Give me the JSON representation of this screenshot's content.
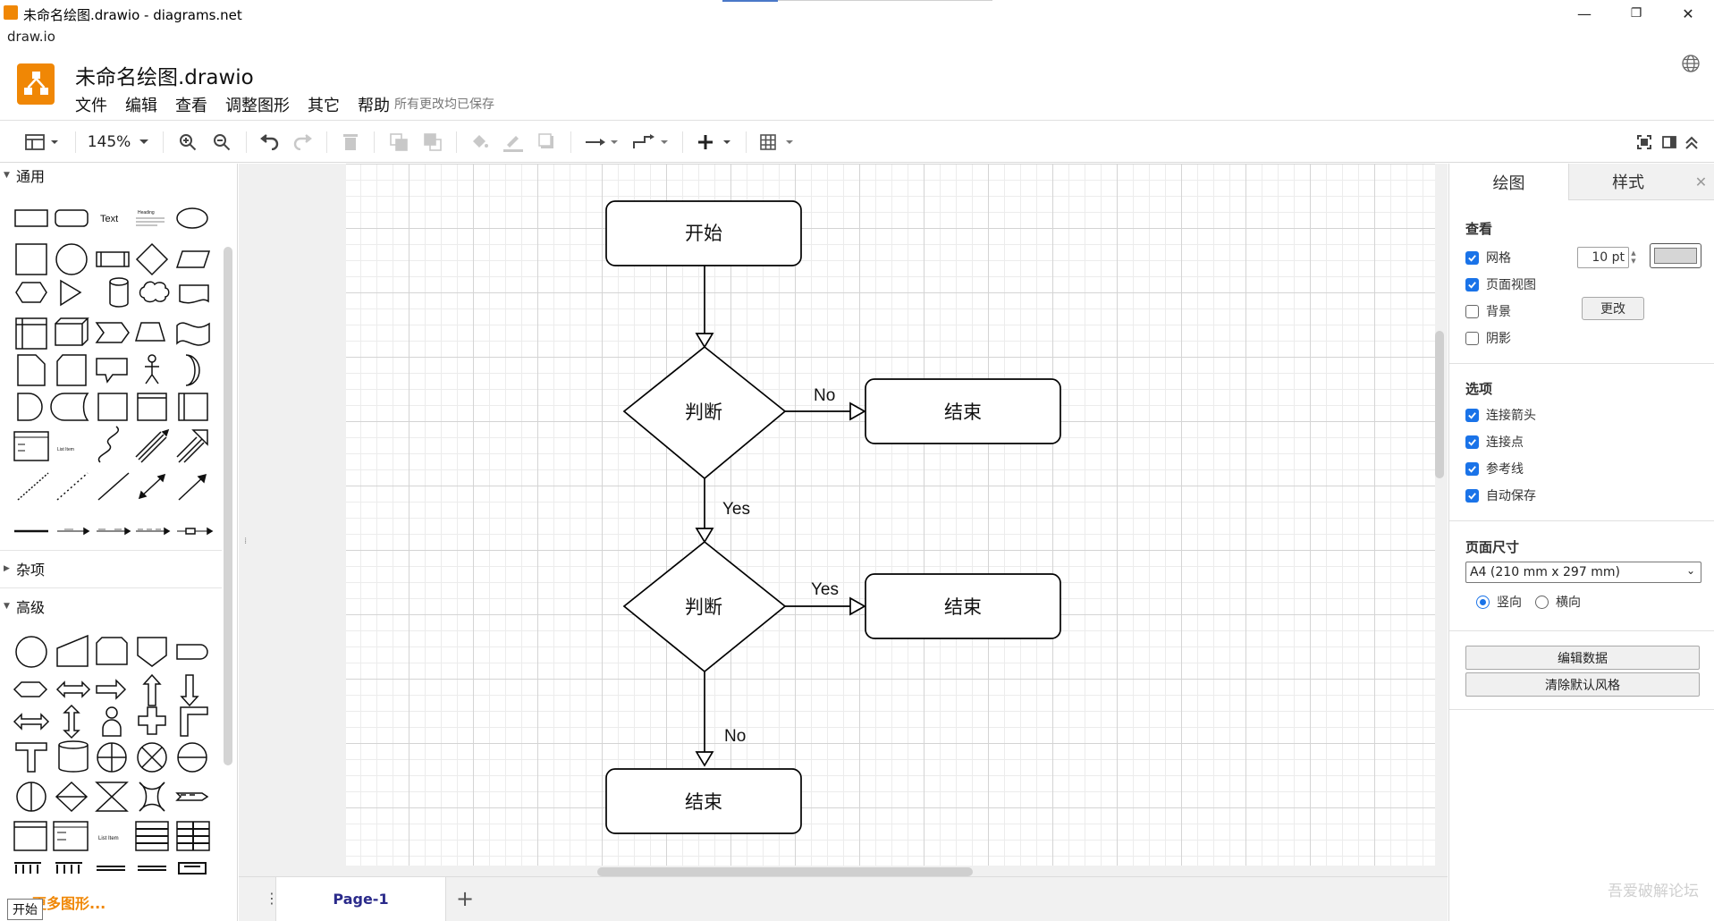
{
  "window": {
    "title": "未命名绘图.drawio - diagrams.net",
    "app_name": "draw.io",
    "controls": {
      "minimize": "—",
      "restore": "❐",
      "close": "✕"
    }
  },
  "header": {
    "filename": "未命名绘图.drawio",
    "menu": [
      "文件",
      "编辑",
      "查看",
      "调整图形",
      "其它",
      "帮助"
    ],
    "save_status": "所有更改均已保存"
  },
  "toolbar": {
    "zoom": "145%",
    "icons": [
      "view-toggle-icon",
      "zoom-in-icon",
      "zoom-out-icon",
      "undo-icon",
      "redo-icon",
      "delete-icon",
      "to-front-icon",
      "to-back-icon",
      "fill-color-icon",
      "line-color-icon",
      "shadow-icon",
      "connection-icon",
      "waypoints-icon",
      "insert-icon",
      "table-icon",
      "fullscreen-icon",
      "format-panel-icon",
      "collapse-icon"
    ]
  },
  "sidebar": {
    "sections": [
      {
        "title": "通用",
        "expanded": true
      },
      {
        "title": "杂项",
        "expanded": false
      },
      {
        "title": "高级",
        "expanded": true
      }
    ],
    "shape_labels": {
      "text": "Text",
      "heading": "Heading",
      "list_item": "List Item"
    },
    "more_shapes": "更多图形...",
    "tooltip": "开始"
  },
  "diagram": {
    "nodes": [
      {
        "id": "start",
        "type": "rounded-rect",
        "label": "开始"
      },
      {
        "id": "dec1",
        "type": "diamond",
        "label": "判断"
      },
      {
        "id": "end1",
        "type": "rounded-rect",
        "label": "结束"
      },
      {
        "id": "dec2",
        "type": "diamond",
        "label": "判断"
      },
      {
        "id": "end2",
        "type": "rounded-rect",
        "label": "结束"
      },
      {
        "id": "end3",
        "type": "rounded-rect",
        "label": "结束"
      }
    ],
    "edges": [
      {
        "from": "start",
        "to": "dec1",
        "label": ""
      },
      {
        "from": "dec1",
        "to": "end1",
        "label": "No"
      },
      {
        "from": "dec1",
        "to": "dec2",
        "label": "Yes"
      },
      {
        "from": "dec2",
        "to": "end2",
        "label": "Yes"
      },
      {
        "from": "dec2",
        "to": "end3",
        "label": "No"
      }
    ]
  },
  "pages": {
    "tabs": [
      "Page-1"
    ],
    "add_label": "+"
  },
  "format_panel": {
    "tabs": [
      "绘图",
      "样式"
    ],
    "close": "✕",
    "view": {
      "title": "查看",
      "grid": {
        "label": "网格",
        "checked": true,
        "size": "10 pt",
        "color": "#d6d6d6"
      },
      "page_view": {
        "label": "页面视图",
        "checked": true
      },
      "background": {
        "label": "背景",
        "checked": false,
        "change_button": "更改"
      },
      "shadow": {
        "label": "阴影",
        "checked": false
      }
    },
    "options": {
      "title": "选项",
      "items": [
        {
          "label": "连接箭头",
          "checked": true
        },
        {
          "label": "连接点",
          "checked": true
        },
        {
          "label": "参考线",
          "checked": true
        },
        {
          "label": "自动保存",
          "checked": true
        }
      ]
    },
    "paper": {
      "title": "页面尺寸",
      "selected": "A4 (210 mm x 297 mm)",
      "orientation": [
        {
          "label": "竖向",
          "selected": true
        },
        {
          "label": "横向",
          "selected": false
        }
      ]
    },
    "buttons": {
      "edit_data": "编辑数据",
      "clear_style": "清除默认风格"
    }
  },
  "watermark": "吾爱破解论坛",
  "colors": {
    "accent": "#f08705",
    "check": "#1a73e8",
    "link": "#2a2a8a"
  }
}
